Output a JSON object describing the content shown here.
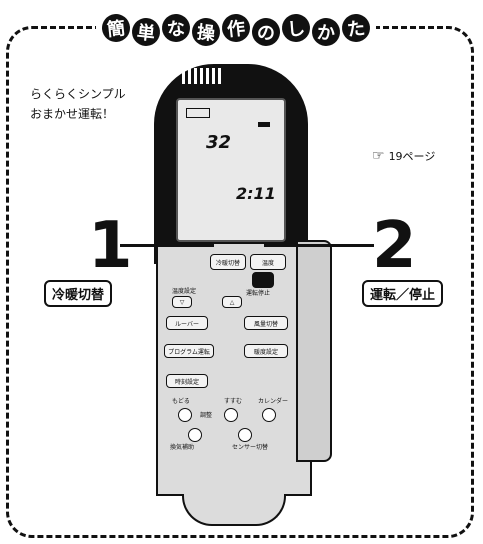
{
  "title": [
    "簡",
    "単",
    "な",
    "操",
    "作",
    "の",
    "し",
    "か",
    "た"
  ],
  "subtitle": [
    "らくらくシンプル",
    "おまかせ運転！"
  ],
  "page_ref": {
    "icon": "pointing-hand-icon",
    "text": "19ページ"
  },
  "steps": [
    {
      "number": "1",
      "label": "冷暖切替"
    },
    {
      "number": "2",
      "label": "運転／停止"
    }
  ],
  "lcd": {
    "top_label": "",
    "temp": "32",
    "time": "2:11"
  },
  "remote": {
    "buttons": [
      {
        "label": "冷暖切替"
      },
      {
        "label": "温度"
      },
      {
        "label": "運転停止"
      },
      {
        "label": "温度設定"
      },
      {
        "label": "ルーバー"
      },
      {
        "label": "風量切替"
      },
      {
        "label": "プログラム運転"
      },
      {
        "label": "暖度設定"
      },
      {
        "label": "時刻設定"
      },
      {
        "label": "もどる"
      },
      {
        "label": "すすむ"
      },
      {
        "label": "カレンダー"
      },
      {
        "label": "調整"
      },
      {
        "label": "換気補助"
      },
      {
        "label": "センサー切替"
      }
    ]
  }
}
